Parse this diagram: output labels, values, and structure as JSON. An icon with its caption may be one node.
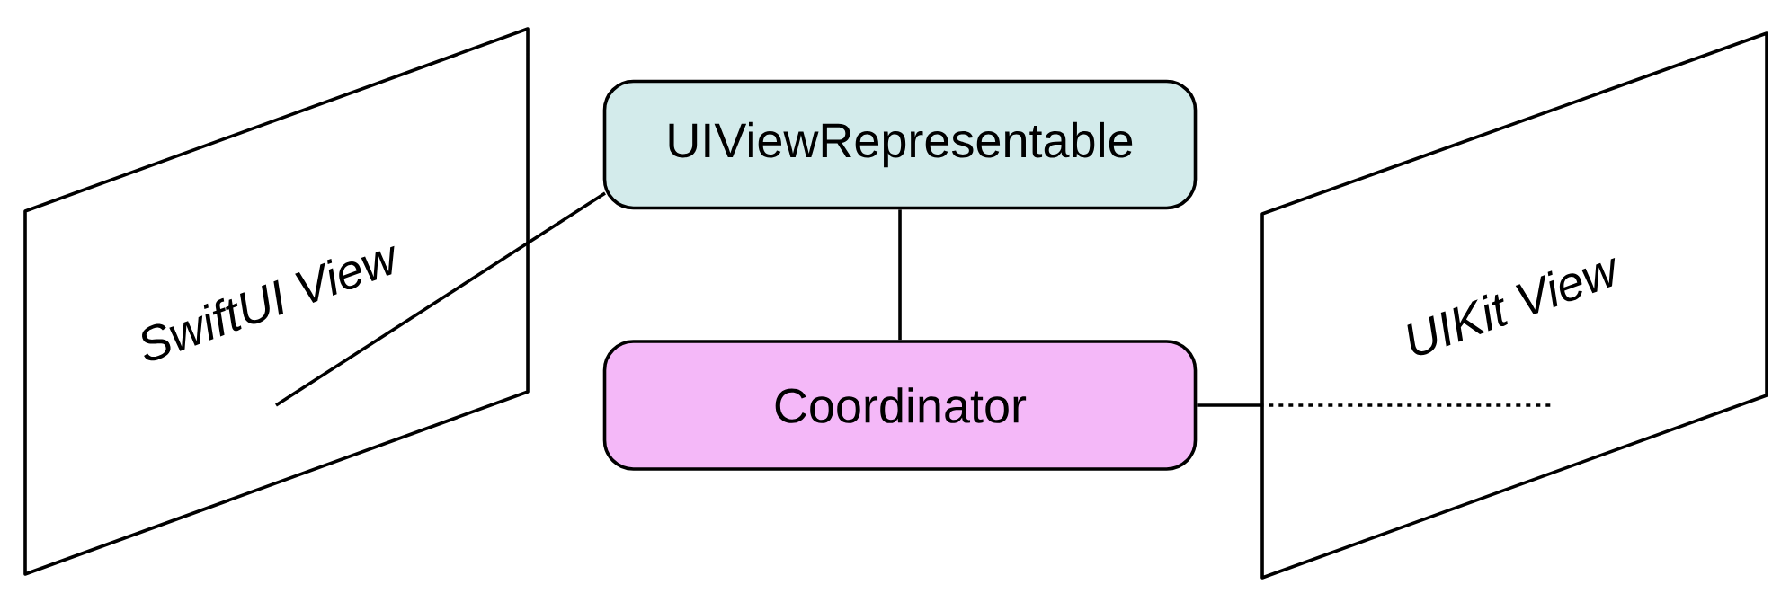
{
  "diagram": {
    "nodes": [
      {
        "text": [
          "SwiftUI View"
        ]
      },
      {
        "text": [
          "UIViewRepresentable"
        ]
      },
      {
        "text": [
          "Coordinator"
        ]
      },
      {
        "text": [
          "UIKit View"
        ]
      }
    ],
    "edges": [
      {
        "from": 1,
        "to": 0,
        "arrow": "none"
      },
      {
        "from": 1,
        "to": 2,
        "arrow": "none"
      },
      {
        "from": 2,
        "to": 3,
        "arrow": "none",
        "style": "dashed"
      }
    ]
  }
}
